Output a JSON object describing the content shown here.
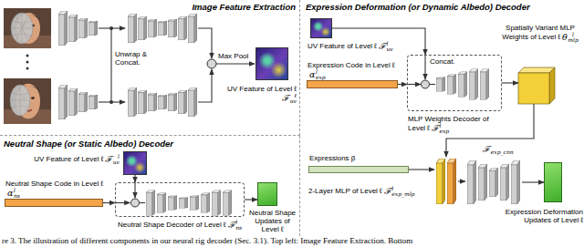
{
  "diagram": {
    "caption": "re 3. The illustration of different components in our neural rig decoder (Sec. 3.1). Top left: Image Feature Extraction. Bottom",
    "nodes": [
      {
        "text": [
          "Image Feature Extraction"
        ]
      },
      {
        "text": [
          "UV Feature of Level ℓ",
          "ℱ",
          "ℓ",
          "uv"
        ],
        "in": 0
      },
      {
        "text": [
          "Expression Deformation (or Dynamic Albedo) Decoder"
        ]
      },
      {
        "text": [
          "UV Feature of Level ℓ",
          "ℱ",
          "l",
          "uv"
        ],
        "in": 2
      },
      {
        "text": [
          "Expression Code in Level ℓ",
          "α",
          "l",
          "exp"
        ],
        "in": 2
      },
      {
        "text": [
          "MLP Weights Decoder of Level ℓ",
          "ℱ",
          "l",
          "exp"
        ],
        "in": 2
      },
      {
        "text": [
          "Spatially Variant MLP Weights of Level ℓ",
          "θ",
          "l",
          "mlp"
        ],
        "in": 2
      },
      {
        "text": [
          "Expressions β"
        ],
        "in": 2
      },
      {
        "text": [
          "2-Layer MLP of Level ℓ",
          "ℱ",
          "l",
          "exp_mlp"
        ],
        "in": 2
      },
      {
        "text": [
          "ℱ",
          "exp_cnn"
        ],
        "in": 2
      },
      {
        "text": [
          "Expression Deformation Updates of Level ℓ"
        ],
        "in": 2
      },
      {
        "text": [
          "Neutral Shape (or Static Albedo) Decoder"
        ]
      },
      {
        "text": [
          "UV Feature of Level ℓ",
          "ℱ",
          "l",
          "uv"
        ],
        "in": 11
      },
      {
        "text": [
          "Neutral Shape Code in Level ℓ",
          "α",
          "l",
          "ns"
        ],
        "in": 11
      },
      {
        "text": [
          "Neutral Shape Decoder of Level ℓ",
          "ℱ",
          "l",
          "ns"
        ],
        "in": 11
      },
      {
        "text": [
          "Neutral Shape Updates of Level ℓ"
        ],
        "in": 11
      }
    ],
    "edges": [
      {
        "from": 3,
        "to": 5,
        "arrow": "to"
      },
      {
        "from": 4,
        "to": 5,
        "arrow": "to"
      },
      {
        "from": 5,
        "to": 6,
        "arrow": "to"
      },
      {
        "from": 6,
        "to": 8,
        "arrow": "to"
      },
      {
        "from": 7,
        "to": 8,
        "arrow": "to"
      },
      {
        "from": 8,
        "to": 9,
        "arrow": "to"
      },
      {
        "from": 9,
        "to": 10,
        "arrow": "to"
      },
      {
        "from": 12,
        "to": 14,
        "arrow": "to"
      },
      {
        "from": 13,
        "to": 14,
        "arrow": "to"
      },
      {
        "from": 14,
        "to": 15,
        "arrow": "to"
      }
    ],
    "labels": [
      "Unwrap & Concat.",
      "Max Pool",
      "Concat."
    ]
  }
}
